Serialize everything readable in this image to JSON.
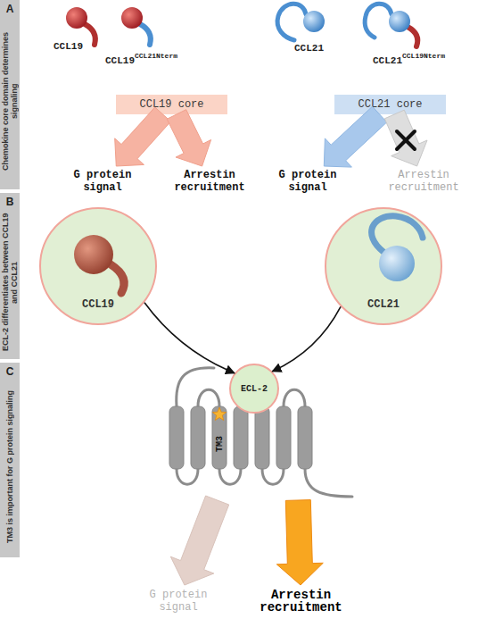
{
  "diagram": {
    "nodes": [
      {
        "text": [
          "A",
          "Chemokine core domain determines signaling"
        ]
      },
      {
        "text": [
          "CCL19 core"
        ]
      },
      {
        "text": [
          "CCL21 core"
        ]
      },
      {
        "text": [
          "G protein signal"
        ]
      },
      {
        "text": [
          "Arrestin recruitment"
        ]
      },
      {
        "text": [
          "G protein signal"
        ]
      },
      {
        "text": [
          "Arrestin recruitment"
        ]
      },
      {
        "text": [
          "B",
          "ECL-2 differentiates between CCL19 and CCL21"
        ]
      },
      {
        "text": [
          "CCL19"
        ]
      },
      {
        "text": [
          "CCL21"
        ]
      },
      {
        "text": [
          "TM3"
        ]
      },
      {
        "text": [
          "ECL-2"
        ],
        "in": 10
      },
      {
        "text": [
          "C",
          "TM3 is important for G protein signaling"
        ]
      },
      {
        "text": [
          "G protein signal"
        ]
      },
      {
        "text": [
          "Arrestin recruitment"
        ]
      }
    ],
    "edges": [
      {
        "from": 1,
        "to": 3,
        "arrow": "to"
      },
      {
        "from": 1,
        "to": 4,
        "arrow": "to"
      },
      {
        "from": 2,
        "to": 5,
        "arrow": "to"
      },
      {
        "from": 2,
        "to": 6,
        "arrow": "to"
      },
      {
        "from": 8,
        "to": 11,
        "arrow": "to"
      },
      {
        "from": 9,
        "to": 11,
        "arrow": "to"
      },
      {
        "from": 10,
        "to": 13,
        "arrow": "to"
      },
      {
        "from": 10,
        "to": 14,
        "arrow": "to"
      }
    ],
    "labels": [
      "CCL19",
      "CCL19",
      "CCL21Nterm",
      "CCL21",
      "CCL21",
      "CCL19Nterm"
    ]
  }
}
